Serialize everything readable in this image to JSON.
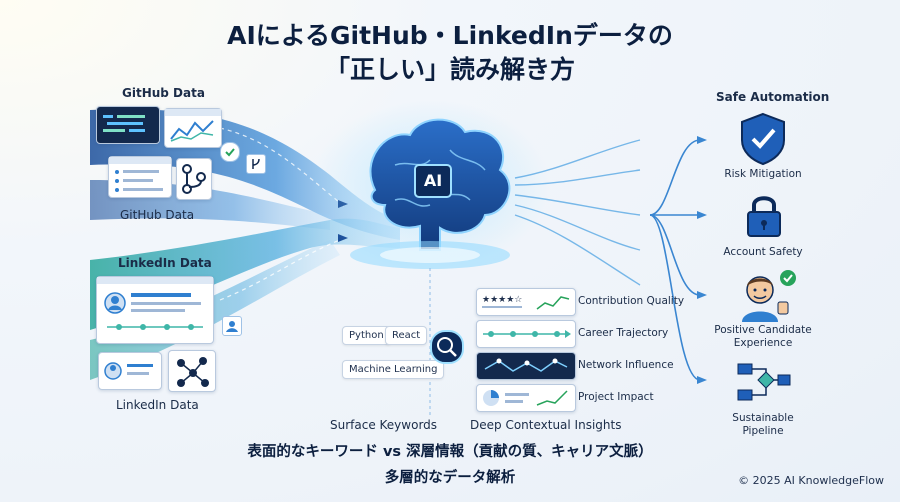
{
  "title": {
    "line1": "AIによるGitHub・LinkedInデータの",
    "line2": "「正しい」読み解き方"
  },
  "left": {
    "github_header": "GitHub Data",
    "github_footer": "GitHub Data",
    "linkedin_header": "LinkedIn Data",
    "linkedin_footer": "LinkedIn Data"
  },
  "center": {
    "ai_label": "AI",
    "keywords": [
      "Python",
      "React",
      "Machine Learning"
    ],
    "surface_label": "Surface Keywords",
    "deep_label": "Deep Contextual Insights"
  },
  "insights": [
    {
      "label": "Contribution Quality"
    },
    {
      "label": "Career Trajectory"
    },
    {
      "label": "Network Influence"
    },
    {
      "label": "Project Impact"
    }
  ],
  "right": {
    "header": "Safe Automation",
    "items": [
      {
        "label": "Risk Mitigation"
      },
      {
        "label": "Account Safety"
      },
      {
        "label": "Positive Candidate",
        "label2": "Experience"
      },
      {
        "label": "Sustainable",
        "label2": "Pipeline"
      }
    ]
  },
  "bottom": {
    "line1": "表面的なキーワード vs 深層情報（貢献の質、キャリア文脈）",
    "line2": "多層的なデータ解析"
  },
  "copyright": "© 2025 AI KnowledgeFlow",
  "colors": {
    "navy": "#0c1f3f",
    "blue": "#2f7fd0",
    "teal": "#3fb6a8",
    "green": "#27a35b"
  }
}
